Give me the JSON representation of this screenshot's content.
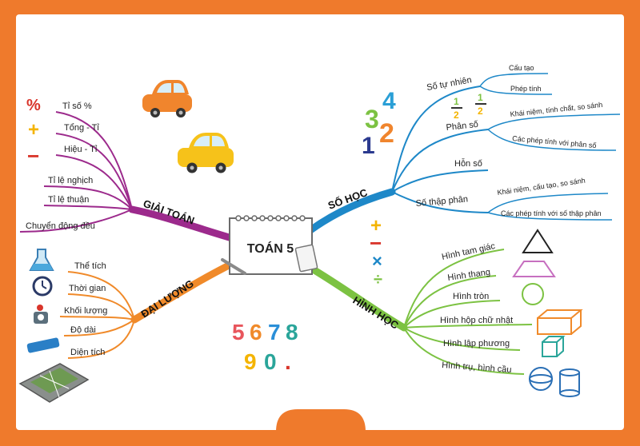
{
  "center": {
    "title": "TOÁN 5"
  },
  "colors": {
    "frame": "#ef7a2c",
    "paper": "#ffffff",
    "giai_toan": "#9c2a8c",
    "so_hoc": "#1e88c8",
    "dai_luong": "#f08a2a",
    "hinh_hoc": "#7cc242"
  },
  "branches": {
    "giai_toan": {
      "label": "GIẢI TOÁN",
      "items": [
        "Tỉ số %",
        "Tổng - Tỉ",
        "Hiệu - Tỉ",
        "Tỉ lệ nghịch",
        "Tỉ lệ thuận",
        "Chuyển động đều"
      ]
    },
    "so_hoc": {
      "label": "SỐ HỌC",
      "items": [
        {
          "label": "Số tự nhiên",
          "children": [
            "Cấu tạo",
            "Phép tính"
          ]
        },
        {
          "label": "Phân số",
          "children": [
            "Khái niệm, tính chất, so sánh",
            "Các phép tính với phân số"
          ]
        },
        {
          "label": "Hỗn số",
          "children": []
        },
        {
          "label": "Số thập phân",
          "children": [
            "Khái niệm, cấu tạo, so sánh",
            "Các phép tính với số thập phân"
          ]
        }
      ]
    },
    "dai_luong": {
      "label": "ĐẠI LƯỢNG",
      "items": [
        "Thể tích",
        "Thời gian",
        "Khối lượng",
        "Độ dài",
        "Diện tích"
      ]
    },
    "hinh_hoc": {
      "label": "HÌNH HỌC",
      "items": [
        "Hình tam giác",
        "Hình thang",
        "Hình tròn",
        "Hình hộp chữ nhật",
        "Hình lập phương",
        "Hình trụ, hình cầu"
      ]
    }
  },
  "decor": {
    "fractions": [
      {
        "num": "1",
        "den": "2"
      },
      {
        "num": "1",
        "den": "2"
      }
    ],
    "digits_row1": [
      "5",
      "6",
      "7",
      "8"
    ],
    "digits_row2": [
      "9",
      "0",
      "."
    ],
    "number_art": [
      "1",
      "2",
      "3",
      "4"
    ],
    "giai_toan_icons": [
      "%",
      "+",
      "−"
    ],
    "ops": [
      "+",
      "−",
      "×",
      "÷"
    ]
  }
}
